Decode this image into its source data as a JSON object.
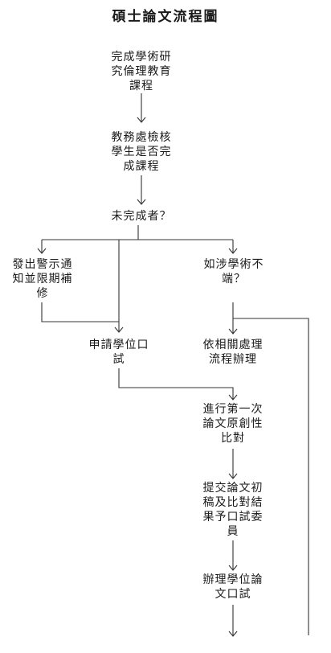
{
  "title": "碩士論文流程圖",
  "nodes": {
    "ethics_course": "完成學術研\n究倫理教育\n課程",
    "office_check": "教務處檢核\n學生是否完\n成課程",
    "not_completed": "未完成者？",
    "warning": "發出警示通\n知並限期補\n修",
    "misconduct": "如涉學術不\n端？",
    "apply_oral": "申請學位口\n試",
    "handle": "依相關處理\n流程辦理",
    "first_check": "進行第一次\n論文原創性\n比對",
    "submit_draft": "提交論文初\n稿及比對結\n果予口試委\n員",
    "hold_oral": "辦理學位論\n文口試"
  }
}
